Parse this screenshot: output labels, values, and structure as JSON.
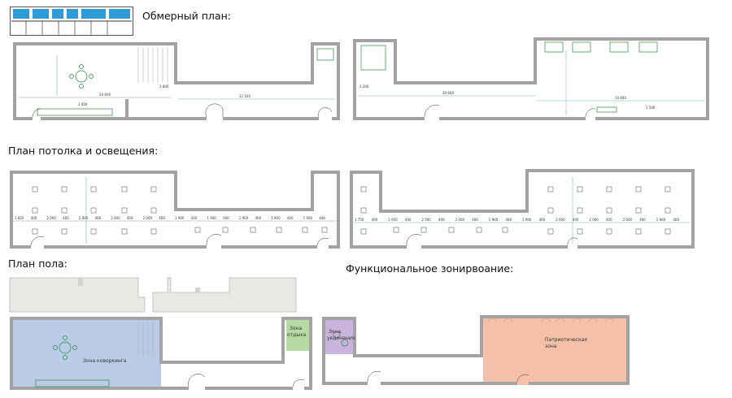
{
  "sections": {
    "measurement_plan": "Обмерный план:",
    "ceiling_plan": "План потолка и освещения:",
    "floor_plan": "План пола:",
    "zoning": "Функциональное зонирвоание:"
  },
  "zones": {
    "coworking": "Зона коворкинга",
    "rest_line1": "Зона",
    "rest_line2": "отдыха",
    "privacy_line1": "Зона",
    "privacy_line2": "уединения",
    "patriotic_line1": "Патриотическая",
    "patriotic_line2": "зона"
  },
  "measurement_dims": {
    "a": "14 600",
    "b": "12 100",
    "c": "20 600",
    "d": "14 600",
    "e": "2 400",
    "f": "2 800",
    "g": "1 200",
    "h": "1 500"
  },
  "ceiling_dims_left": [
    "1 820",
    "400",
    "2 000",
    "400",
    "2 000",
    "400",
    "2 000",
    "400",
    "2 000",
    "400",
    "1 900",
    "400",
    "1 900",
    "400",
    "1 900",
    "400",
    "1 900",
    "400",
    "1 900",
    "400"
  ],
  "ceiling_dims_right": [
    "1 750",
    "400",
    "2 000",
    "400",
    "2 000",
    "400",
    "2 000",
    "400",
    "1 900",
    "400",
    "1 900",
    "400",
    "2 000",
    "400",
    "2 000",
    "400",
    "2 000",
    "400",
    "1 900",
    "400"
  ],
  "colors": {
    "wall": "#a3a3a3",
    "coworking": "#b9cbe6",
    "rest": "#b5dba3",
    "privacy": "#c8b4dc",
    "patriotic": "#f5bfa9",
    "floor_tile": "#e7e9e5"
  }
}
